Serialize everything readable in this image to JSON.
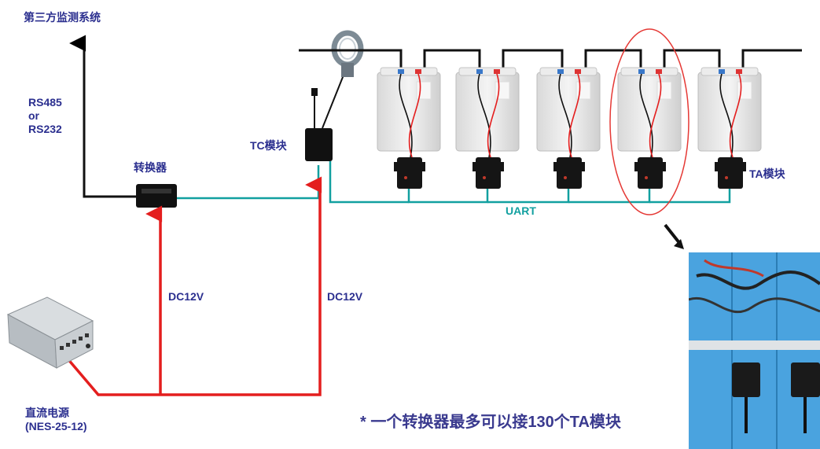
{
  "labels": {
    "monitor_system": "第三方监测系统",
    "rs_protocols": "RS485\nor\nRS232",
    "converter": "转换器",
    "tc_module": "TC模块",
    "ta_module": "TA模块",
    "uart": "UART",
    "dc12v_left": "DC12V",
    "dc12v_right": "DC12V",
    "power_supply": "直流电源\n(NES-25-12)",
    "note": "* 一个转换器最多可以接130个TA模块"
  },
  "colors": {
    "label_text": "#2b2f8f",
    "uart_line": "#12a0a0",
    "power_line": "#e41e1e",
    "black_line": "#111111",
    "highlight_circle": "#e53935",
    "battery_body": "#e8e8e8",
    "photo_battery": "#4aa3df"
  },
  "counts": {
    "battery_cells": 5,
    "ta_modules": 5,
    "max_ta_per_converter": 130
  }
}
